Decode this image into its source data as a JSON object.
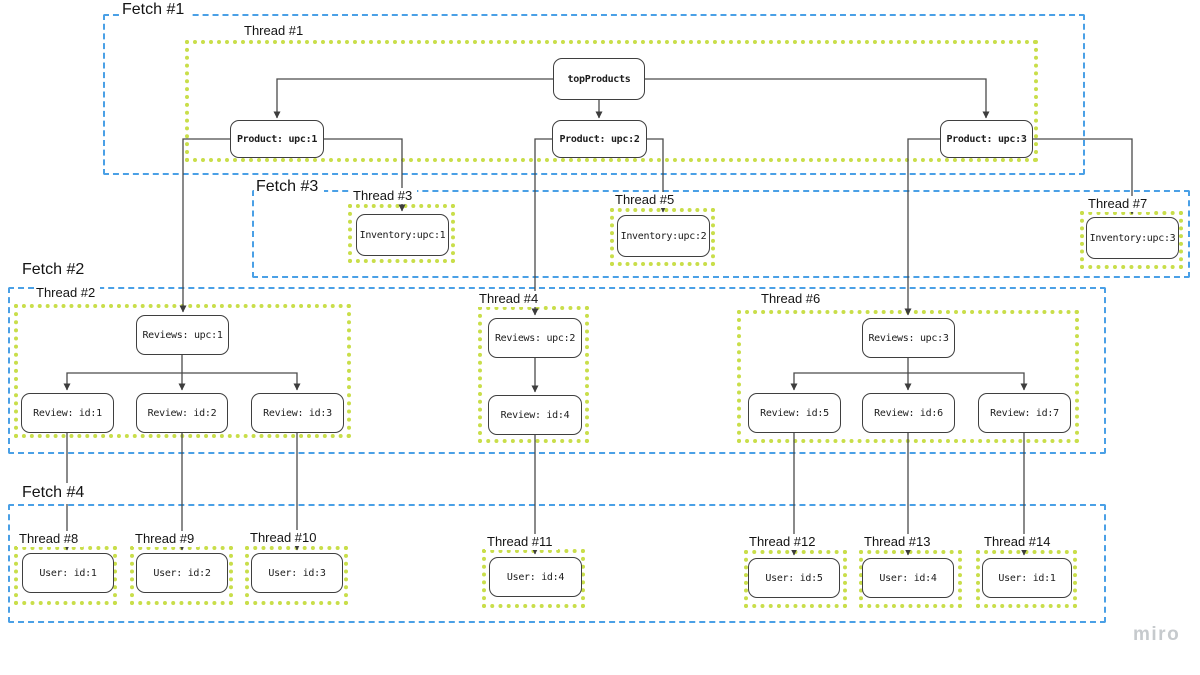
{
  "watermark": "miro",
  "colors": {
    "fetch_border": "#4aa0e6",
    "thread_border": "#c9de4a",
    "node_border": "#3f3f3f",
    "connector": "#4a4a4a",
    "background": "#ffffff"
  },
  "fetches": [
    {
      "label": "Fetch #1"
    },
    {
      "label": "Fetch #2"
    },
    {
      "label": "Fetch #3"
    },
    {
      "label": "Fetch #4"
    }
  ],
  "threads": [
    {
      "label": "Thread #1"
    },
    {
      "label": "Thread #2"
    },
    {
      "label": "Thread #3"
    },
    {
      "label": "Thread #4"
    },
    {
      "label": "Thread #5"
    },
    {
      "label": "Thread #6"
    },
    {
      "label": "Thread #7"
    },
    {
      "label": "Thread #8"
    },
    {
      "label": "Thread #9"
    },
    {
      "label": "Thread #10"
    },
    {
      "label": "Thread #11"
    },
    {
      "label": "Thread #12"
    },
    {
      "label": "Thread #13"
    },
    {
      "label": "Thread #14"
    }
  ],
  "nodes": {
    "top_products": "topProducts",
    "product_1": "Product: upc:1",
    "product_2": "Product: upc:2",
    "product_3": "Product: upc:3",
    "inventory_1": "Inventory:upc:1",
    "inventory_2": "Inventory:upc:2",
    "inventory_3": "Inventory:upc:3",
    "reviews_1": "Reviews: upc:1",
    "reviews_2": "Reviews: upc:2",
    "reviews_3": "Reviews: upc:3",
    "review_1": "Review: id:1",
    "review_2": "Review: id:2",
    "review_3": "Review: id:3",
    "review_4": "Review: id:4",
    "review_5": "Review: id:5",
    "review_6": "Review: id:6",
    "review_7": "Review: id:7",
    "user_t8": "User: id:1",
    "user_t9": "User: id:2",
    "user_t10": "User: id:3",
    "user_t11": "User: id:4",
    "user_t12": "User: id:5",
    "user_t13": "User: id:4",
    "user_t14": "User: id:1"
  },
  "edges": [
    {
      "from": "top_products",
      "to": "product_1"
    },
    {
      "from": "top_products",
      "to": "product_2"
    },
    {
      "from": "top_products",
      "to": "product_3"
    },
    {
      "from": "product_1",
      "to": "reviews_1"
    },
    {
      "from": "product_1",
      "to": "inventory_1"
    },
    {
      "from": "product_2",
      "to": "reviews_2"
    },
    {
      "from": "product_2",
      "to": "inventory_2"
    },
    {
      "from": "product_3",
      "to": "reviews_3"
    },
    {
      "from": "product_3",
      "to": "inventory_3"
    },
    {
      "from": "reviews_1",
      "to": "review_1"
    },
    {
      "from": "reviews_1",
      "to": "review_2"
    },
    {
      "from": "reviews_1",
      "to": "review_3"
    },
    {
      "from": "reviews_2",
      "to": "review_4"
    },
    {
      "from": "reviews_3",
      "to": "review_5"
    },
    {
      "from": "reviews_3",
      "to": "review_6"
    },
    {
      "from": "reviews_3",
      "to": "review_7"
    },
    {
      "from": "review_1",
      "to": "user_t8"
    },
    {
      "from": "review_2",
      "to": "user_t9"
    },
    {
      "from": "review_3",
      "to": "user_t10"
    },
    {
      "from": "review_4",
      "to": "user_t11"
    },
    {
      "from": "review_5",
      "to": "user_t12"
    },
    {
      "from": "review_6",
      "to": "user_t13"
    },
    {
      "from": "review_7",
      "to": "user_t14"
    }
  ]
}
